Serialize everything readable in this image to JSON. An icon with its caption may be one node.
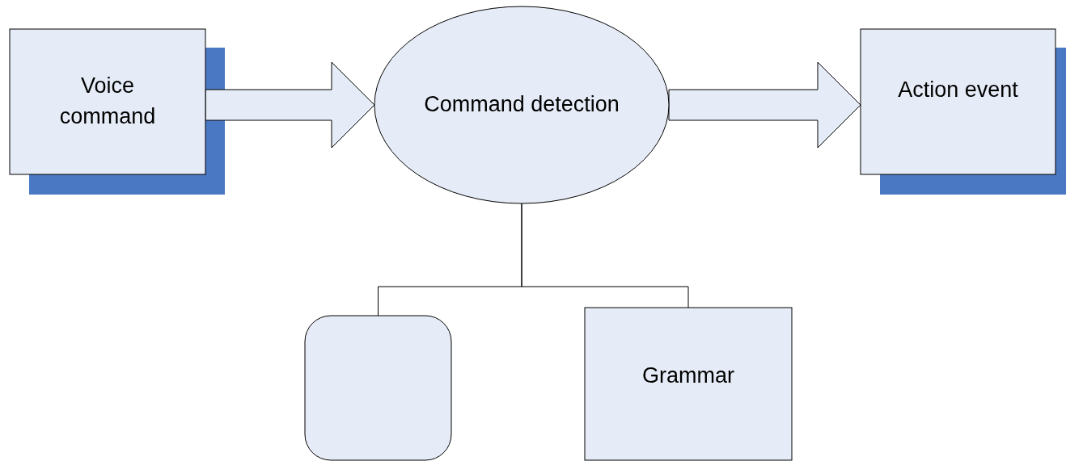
{
  "diagram": {
    "nodes": [
      {
        "text": [
          "Voice command"
        ]
      },
      {
        "text": [
          "Command detection"
        ]
      },
      {
        "text": [
          "Action event"
        ]
      },
      {
        "text": [],
        "shape": "box"
      },
      {
        "text": [
          "Grammar"
        ]
      }
    ],
    "edges": [
      {
        "from": 0,
        "to": 1,
        "arrow": "to"
      },
      {
        "from": 1,
        "to": 2,
        "arrow": "to"
      },
      {
        "from": 1,
        "to": 3,
        "arrow": "none"
      },
      {
        "from": 1,
        "to": 4,
        "arrow": "none"
      }
    ]
  }
}
